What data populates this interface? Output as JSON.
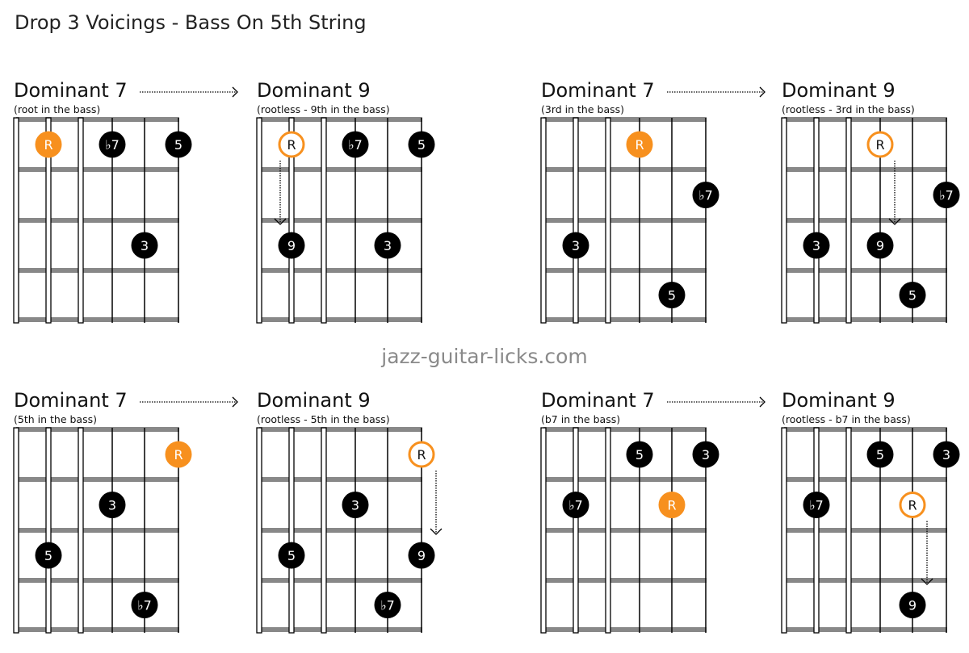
{
  "title": "Drop 3 Voicings - Bass On 5th String",
  "watermark": "jazz-guitar-licks.com",
  "colors": {
    "root": "#f7901e",
    "note": "#000000",
    "fret": "#888888",
    "text": "#222222",
    "watermark": "#8a8a8a"
  },
  "diagrams": [
    {
      "title": "Dominant 7",
      "subtitle": "(root in the bass)",
      "arrow_right": true,
      "dots": [
        {
          "string": 1,
          "fret": 1,
          "label": "R",
          "type": "root"
        },
        {
          "string": 3,
          "fret": 1,
          "label": "♭7",
          "type": "note"
        },
        {
          "string": 5,
          "fret": 1,
          "label": "5",
          "type": "note"
        },
        {
          "string": 4,
          "fret": 3,
          "label": "3",
          "type": "note"
        }
      ]
    },
    {
      "title": "Dominant 9",
      "subtitle": "(rootless - 9th in the bass)",
      "arrow_right": false,
      "dots": [
        {
          "string": 1,
          "fret": 1,
          "label": "R",
          "type": "root-hollow"
        },
        {
          "string": 3,
          "fret": 1,
          "label": "♭7",
          "type": "note"
        },
        {
          "string": 5,
          "fret": 1,
          "label": "5",
          "type": "note"
        },
        {
          "string": 1,
          "fret": 3,
          "label": "9",
          "type": "note"
        },
        {
          "string": 4,
          "fret": 3,
          "label": "3",
          "type": "note"
        }
      ],
      "move": {
        "string": 1,
        "from_fret": 1,
        "to_fret": 3,
        "side": "left"
      }
    },
    {
      "title": "Dominant 7",
      "subtitle": "(3rd in the bass)",
      "arrow_right": true,
      "dots": [
        {
          "string": 3,
          "fret": 1,
          "label": "R",
          "type": "root"
        },
        {
          "string": 5,
          "fret": 2,
          "label": "♭7",
          "type": "note"
        },
        {
          "string": 1,
          "fret": 3,
          "label": "3",
          "type": "note"
        },
        {
          "string": 4,
          "fret": 4,
          "label": "5",
          "type": "note"
        }
      ]
    },
    {
      "title": "Dominant 9",
      "subtitle": "(rootless - 3rd in the bass)",
      "arrow_right": false,
      "dots": [
        {
          "string": 3,
          "fret": 1,
          "label": "R",
          "type": "root-hollow"
        },
        {
          "string": 5,
          "fret": 2,
          "label": "♭7",
          "type": "note"
        },
        {
          "string": 1,
          "fret": 3,
          "label": "3",
          "type": "note"
        },
        {
          "string": 3,
          "fret": 3,
          "label": "9",
          "type": "note"
        },
        {
          "string": 4,
          "fret": 4,
          "label": "5",
          "type": "note"
        }
      ],
      "move": {
        "string": 3,
        "from_fret": 1,
        "to_fret": 3,
        "side": "right"
      }
    },
    {
      "title": "Dominant 7",
      "subtitle": "(5th in the bass)",
      "arrow_right": true,
      "dots": [
        {
          "string": 5,
          "fret": 1,
          "label": "R",
          "type": "root"
        },
        {
          "string": 3,
          "fret": 2,
          "label": "3",
          "type": "note"
        },
        {
          "string": 1,
          "fret": 3,
          "label": "5",
          "type": "note"
        },
        {
          "string": 4,
          "fret": 4,
          "label": "♭7",
          "type": "note"
        }
      ]
    },
    {
      "title": "Dominant 9",
      "subtitle": "(rootless - 5th in the bass)",
      "arrow_right": false,
      "dots": [
        {
          "string": 5,
          "fret": 1,
          "label": "R",
          "type": "root-hollow"
        },
        {
          "string": 3,
          "fret": 2,
          "label": "3",
          "type": "note"
        },
        {
          "string": 1,
          "fret": 3,
          "label": "5",
          "type": "note"
        },
        {
          "string": 5,
          "fret": 3,
          "label": "9",
          "type": "note"
        },
        {
          "string": 4,
          "fret": 4,
          "label": "♭7",
          "type": "note"
        }
      ],
      "move": {
        "string": 5,
        "from_fret": 1,
        "to_fret": 3,
        "side": "right"
      }
    },
    {
      "title": "Dominant 7",
      "subtitle": "(b7 in the bass)",
      "arrow_right": true,
      "dots": [
        {
          "string": 3,
          "fret": 1,
          "label": "5",
          "type": "note"
        },
        {
          "string": 5,
          "fret": 1,
          "label": "3",
          "type": "note"
        },
        {
          "string": 1,
          "fret": 2,
          "label": "♭7",
          "type": "note"
        },
        {
          "string": 4,
          "fret": 2,
          "label": "R",
          "type": "root"
        }
      ]
    },
    {
      "title": "Dominant 9",
      "subtitle": "(rootless - b7 in the bass)",
      "arrow_right": false,
      "dots": [
        {
          "string": 3,
          "fret": 1,
          "label": "5",
          "type": "note"
        },
        {
          "string": 5,
          "fret": 1,
          "label": "3",
          "type": "note"
        },
        {
          "string": 1,
          "fret": 2,
          "label": "♭7",
          "type": "note"
        },
        {
          "string": 4,
          "fret": 2,
          "label": "R",
          "type": "root-hollow"
        },
        {
          "string": 4,
          "fret": 4,
          "label": "9",
          "type": "note"
        }
      ],
      "move": {
        "string": 4,
        "from_fret": 2,
        "to_fret": 4,
        "side": "right"
      }
    }
  ]
}
